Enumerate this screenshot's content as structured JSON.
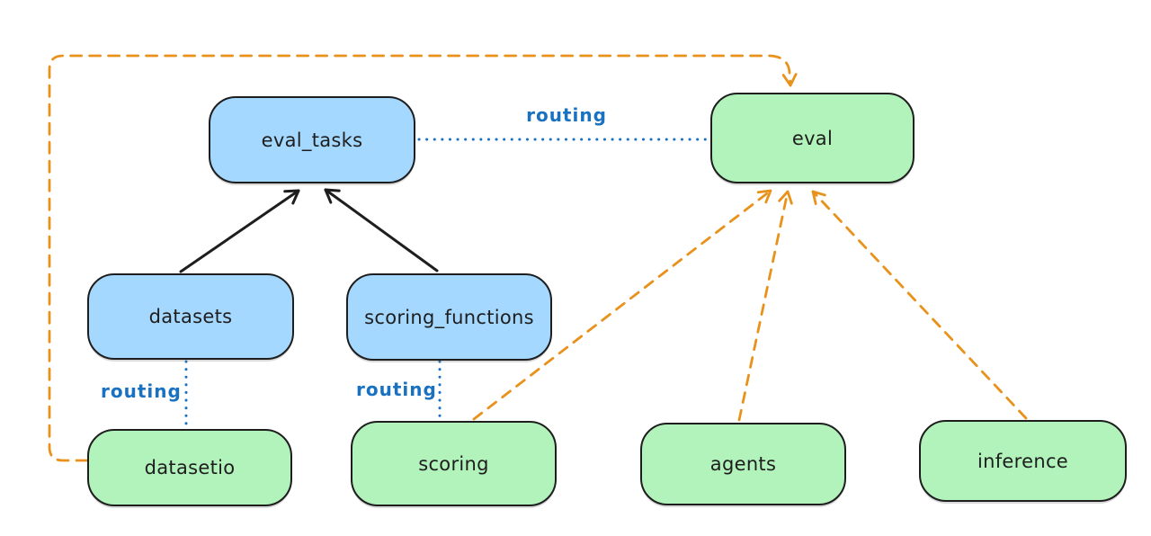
{
  "diagram": {
    "background": "#ffffff",
    "colors": {
      "node_blue_fill": "#a5d8ff",
      "node_green_fill": "#b2f2bb",
      "node_stroke": "#1e1e1e",
      "routing_blue": "#1971c2",
      "provider_orange": "#e8921c",
      "solid_arrow_black": "#1e1e1e"
    },
    "nodes": [
      {
        "id": "eval_tasks",
        "label": "eval_tasks",
        "color": "blue"
      },
      {
        "id": "eval",
        "label": "eval",
        "color": "green"
      },
      {
        "id": "datasets",
        "label": "datasets",
        "color": "blue"
      },
      {
        "id": "scoring_functions",
        "label": "scoring_functions",
        "color": "blue"
      },
      {
        "id": "datasetio",
        "label": "datasetio",
        "color": "green"
      },
      {
        "id": "scoring",
        "label": "scoring",
        "color": "green"
      },
      {
        "id": "agents",
        "label": "agents",
        "color": "green"
      },
      {
        "id": "inference",
        "label": "inference",
        "color": "green"
      }
    ],
    "edges": [
      {
        "from": "eval_tasks",
        "to": "eval",
        "style": "dotted-blue",
        "label": "routing"
      },
      {
        "from": "datasets",
        "to": "datasetio",
        "style": "dotted-blue",
        "label": "routing"
      },
      {
        "from": "scoring_functions",
        "to": "scoring",
        "style": "dotted-blue",
        "label": "routing"
      },
      {
        "from": "datasets",
        "to": "eval_tasks",
        "style": "solid-black-arrow",
        "label": ""
      },
      {
        "from": "scoring_functions",
        "to": "eval_tasks",
        "style": "solid-black-arrow",
        "label": ""
      },
      {
        "from": "datasetio",
        "to": "eval",
        "style": "dashed-orange-arrow",
        "label": ""
      },
      {
        "from": "scoring",
        "to": "eval",
        "style": "dashed-orange-arrow",
        "label": ""
      },
      {
        "from": "agents",
        "to": "eval",
        "style": "dashed-orange-arrow",
        "label": ""
      },
      {
        "from": "inference",
        "to": "eval",
        "style": "dashed-orange-arrow",
        "label": ""
      }
    ]
  }
}
